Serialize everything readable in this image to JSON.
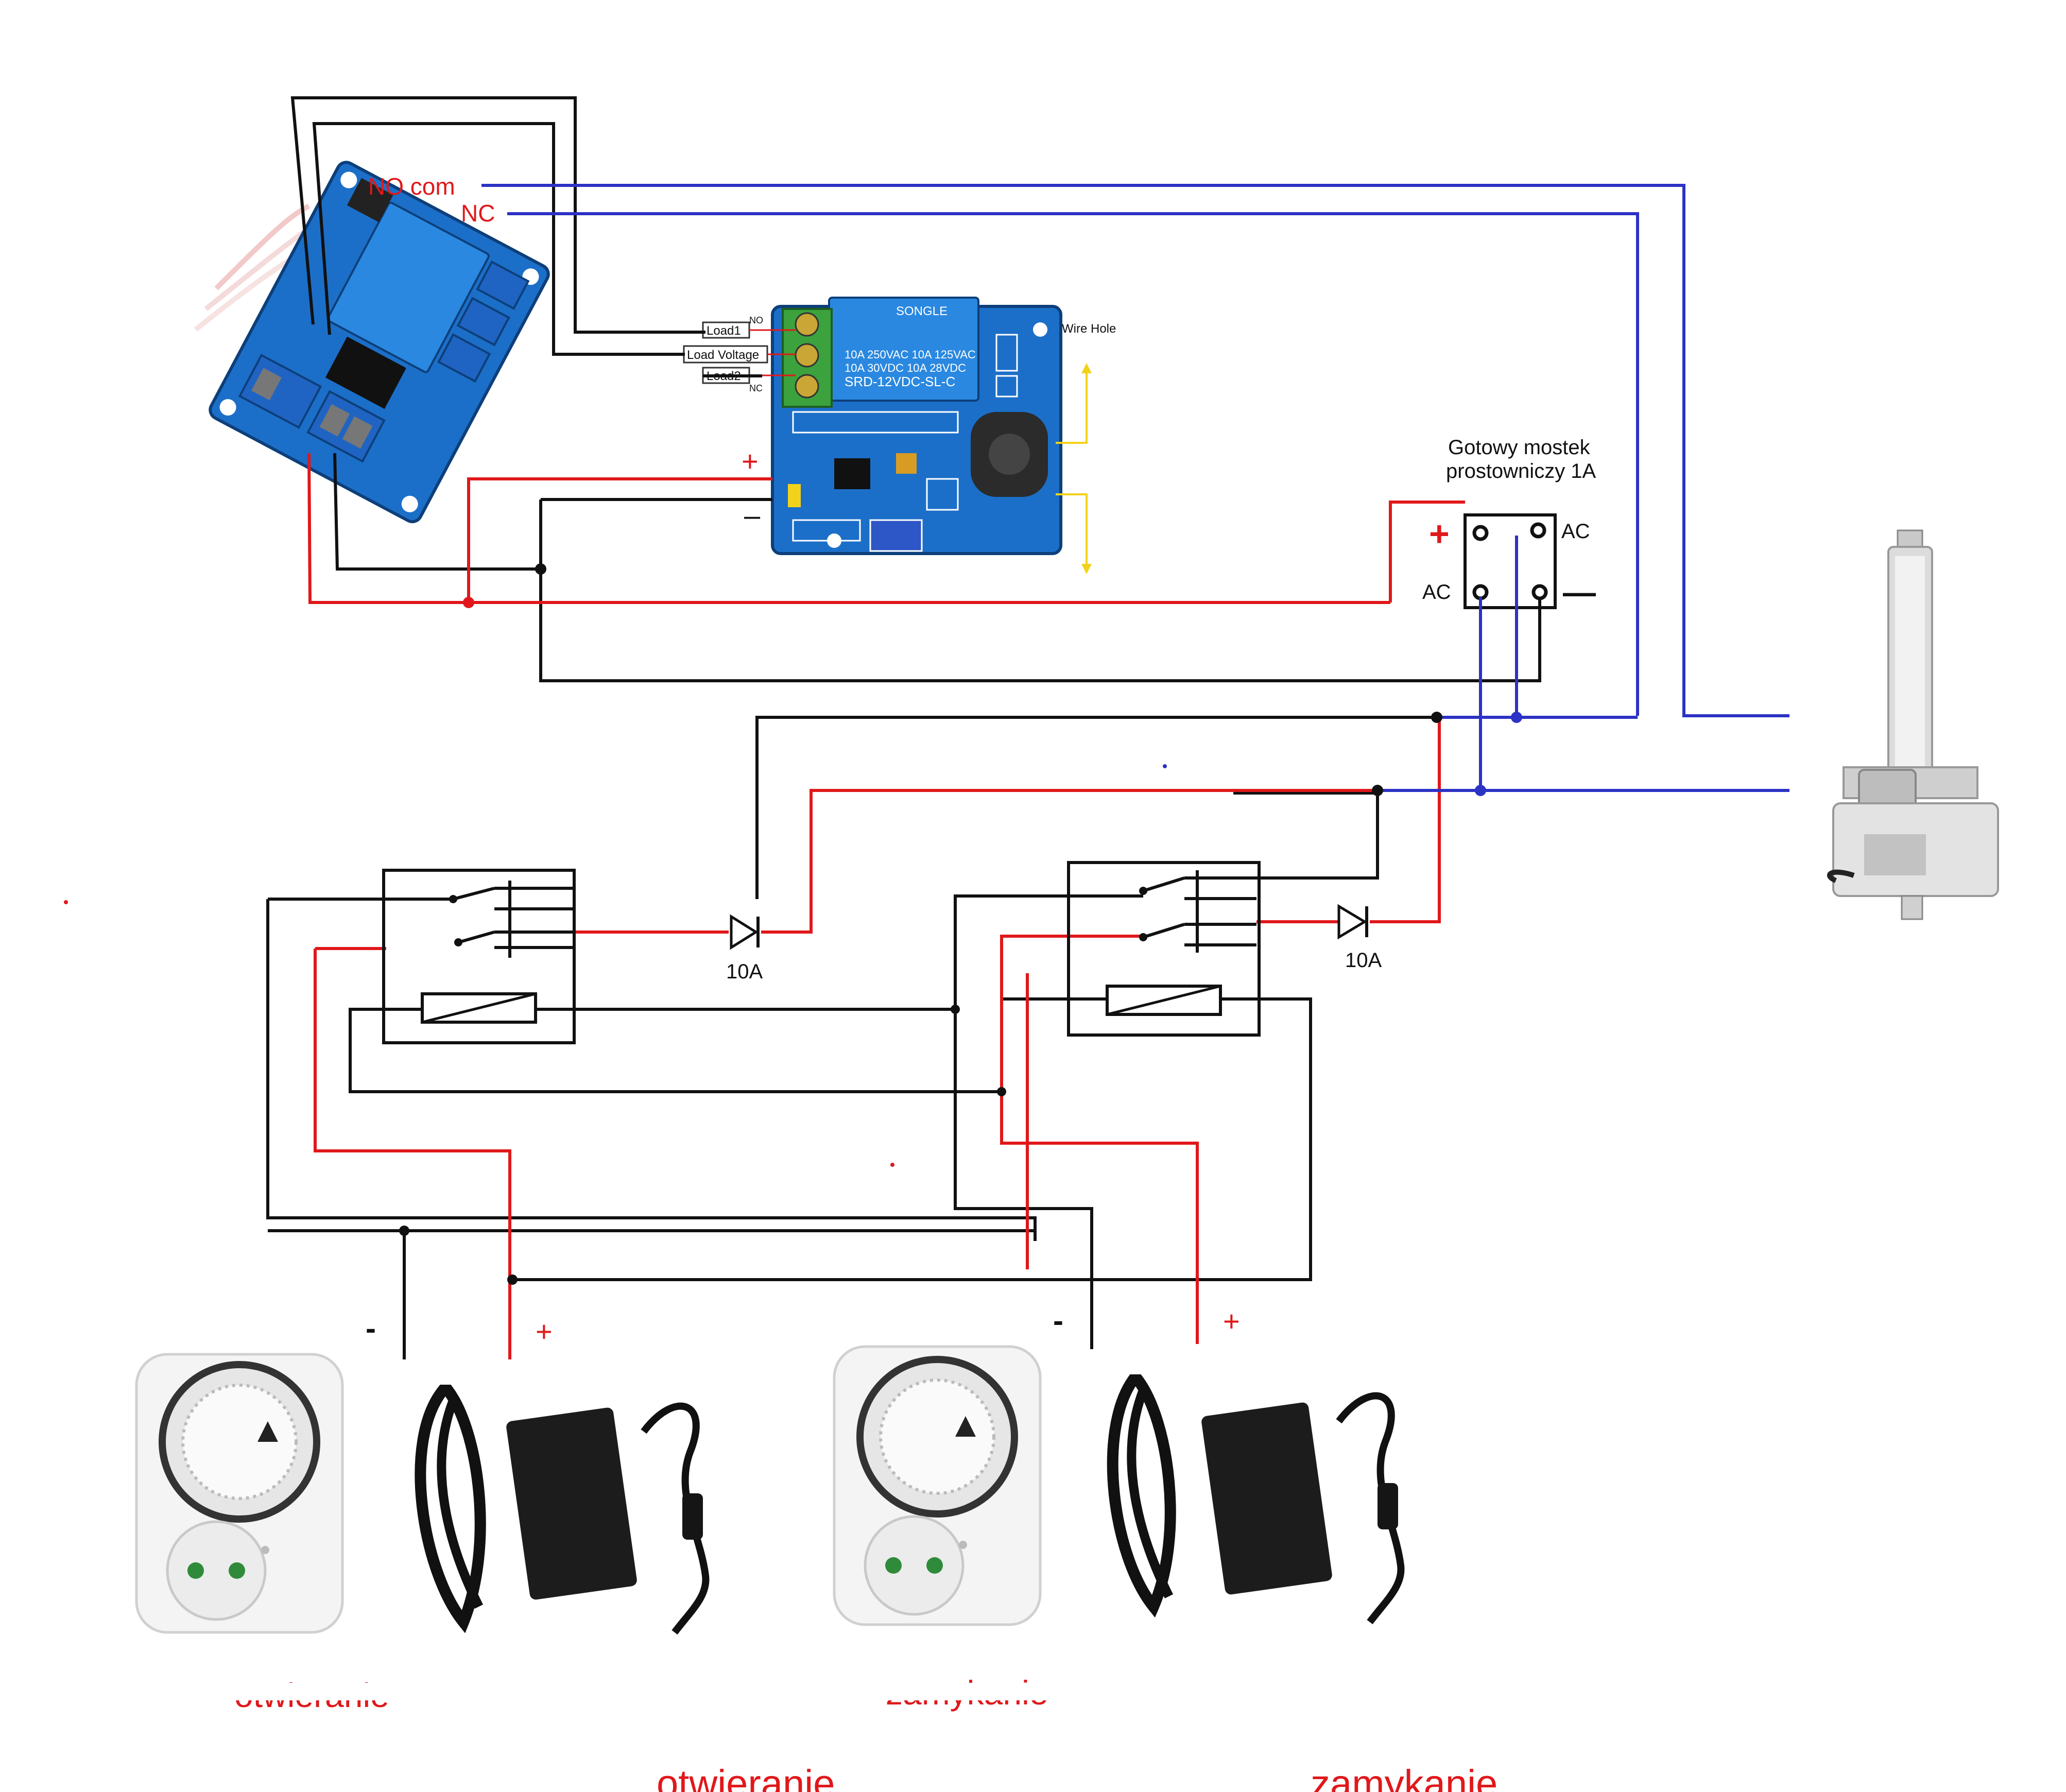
{
  "relay_module_1": {
    "no_com_label": "NO  com",
    "nc_label": "NC"
  },
  "sensor_module": {
    "terminal_labels": [
      "Load1",
      "Load Voltage",
      "Load2"
    ],
    "terminal_small": [
      "NO",
      "NC"
    ],
    "relay_brand": "SONGLE",
    "relay_specs": [
      "10A 250VAC  10A 125VAC",
      "10A 30VDC  10A 28VDC",
      "SRD-12VDC-SL-C"
    ],
    "wire_hole_label": "Wire Hole",
    "plus_sign": "+",
    "minus_sign": "–"
  },
  "bridge": {
    "title_line1": "Gotowy mostek",
    "title_line2": "prostowniczy 1A",
    "plus_sign": "+",
    "minus_sign": "—",
    "ac_label": "AC"
  },
  "diode_label": "10A",
  "power_left": {
    "minus": "-",
    "plus": "+"
  },
  "power_right": {
    "minus": "-",
    "plus": "+"
  },
  "captions": {
    "left": "otwieranie",
    "right": "zamykanie"
  },
  "ghost_captions": {
    "left": "otwieranie",
    "right": "zamykanie"
  },
  "colors": {
    "wire_red": "#e0181b",
    "wire_blue": "#2c32c4",
    "wire_black": "#111111",
    "pcb_blue": "#1c6fc8",
    "relay_blue": "#2a88e0"
  }
}
